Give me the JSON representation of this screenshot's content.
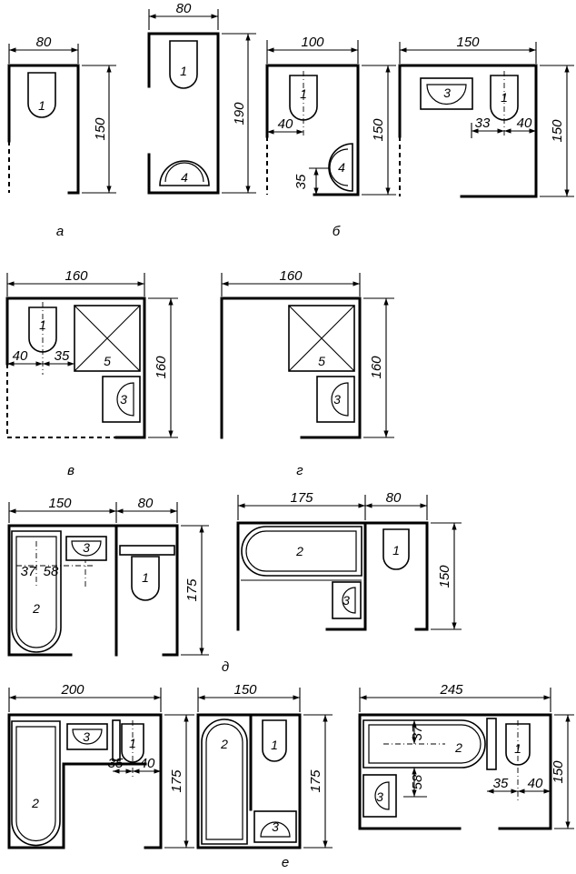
{
  "captions": {
    "a": "а",
    "b": "б",
    "v": "в",
    "g": "г",
    "d": "д",
    "e": "е"
  },
  "fixture_labels": {
    "toilet": "1",
    "tub": "2",
    "washbasin": "3",
    "bidet_tray": "4",
    "shower": "5"
  },
  "plans": {
    "a1": {
      "width": "80",
      "depth": "150"
    },
    "a2": {
      "width": "80",
      "depth": "190"
    },
    "b1": {
      "width": "100",
      "depth": "150",
      "offset_toilet": "40",
      "offset_tray": "35"
    },
    "b2": {
      "width": "150",
      "depth": "150",
      "offset_left": "33",
      "offset_right": "40"
    },
    "v": {
      "width": "160",
      "depth": "160",
      "offset_left": "40",
      "offset_right": "35"
    },
    "g": {
      "width": "160",
      "depth": "160"
    },
    "d1": {
      "width_a": "150",
      "width_b": "80",
      "depth": "175",
      "offset_a": "37",
      "offset_b": "58"
    },
    "d2": {
      "width_a": "175",
      "width_b": "80",
      "depth": "150"
    },
    "e1": {
      "width": "200",
      "depth": "175",
      "offset_left": "35",
      "offset_right": "40"
    },
    "e2": {
      "width": "150",
      "depth": "175"
    },
    "e3": {
      "width": "245",
      "depth": "150",
      "offset_v1": "37",
      "offset_v2": "58",
      "offset_left": "35",
      "offset_right": "40"
    }
  }
}
